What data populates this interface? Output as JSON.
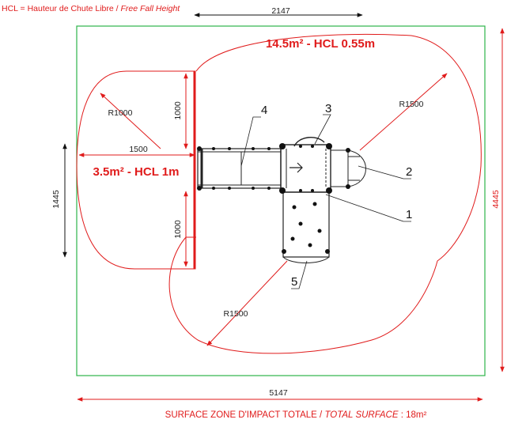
{
  "legend": {
    "abbr": "HCL = Hauteur de Chute Libre",
    "separator": " / ",
    "english": "Free Fall Height"
  },
  "zones": {
    "large": "14.5m² - HCL 0.55m",
    "small": "3.5m² - HCL 1m"
  },
  "dimensions": {
    "top": "2147",
    "bottom": "5147",
    "left": "1445",
    "right": "4445",
    "small_width": "1500",
    "small_upper": "1000",
    "small_lower": "1000"
  },
  "radii": {
    "small": "R1000",
    "top_right": "R1500",
    "bottom": "R1500"
  },
  "callouts": [
    "1",
    "2",
    "3",
    "4",
    "5"
  ],
  "footer": {
    "label": "SURFACE ZONE D'IMPACT TOTALE",
    "separator": " / ",
    "english": "TOTAL SURFACE",
    "value": " : 18m²"
  },
  "colors": {
    "zone": "#e01b1b",
    "boundary": "#2db34a",
    "drawing": "#222222"
  }
}
